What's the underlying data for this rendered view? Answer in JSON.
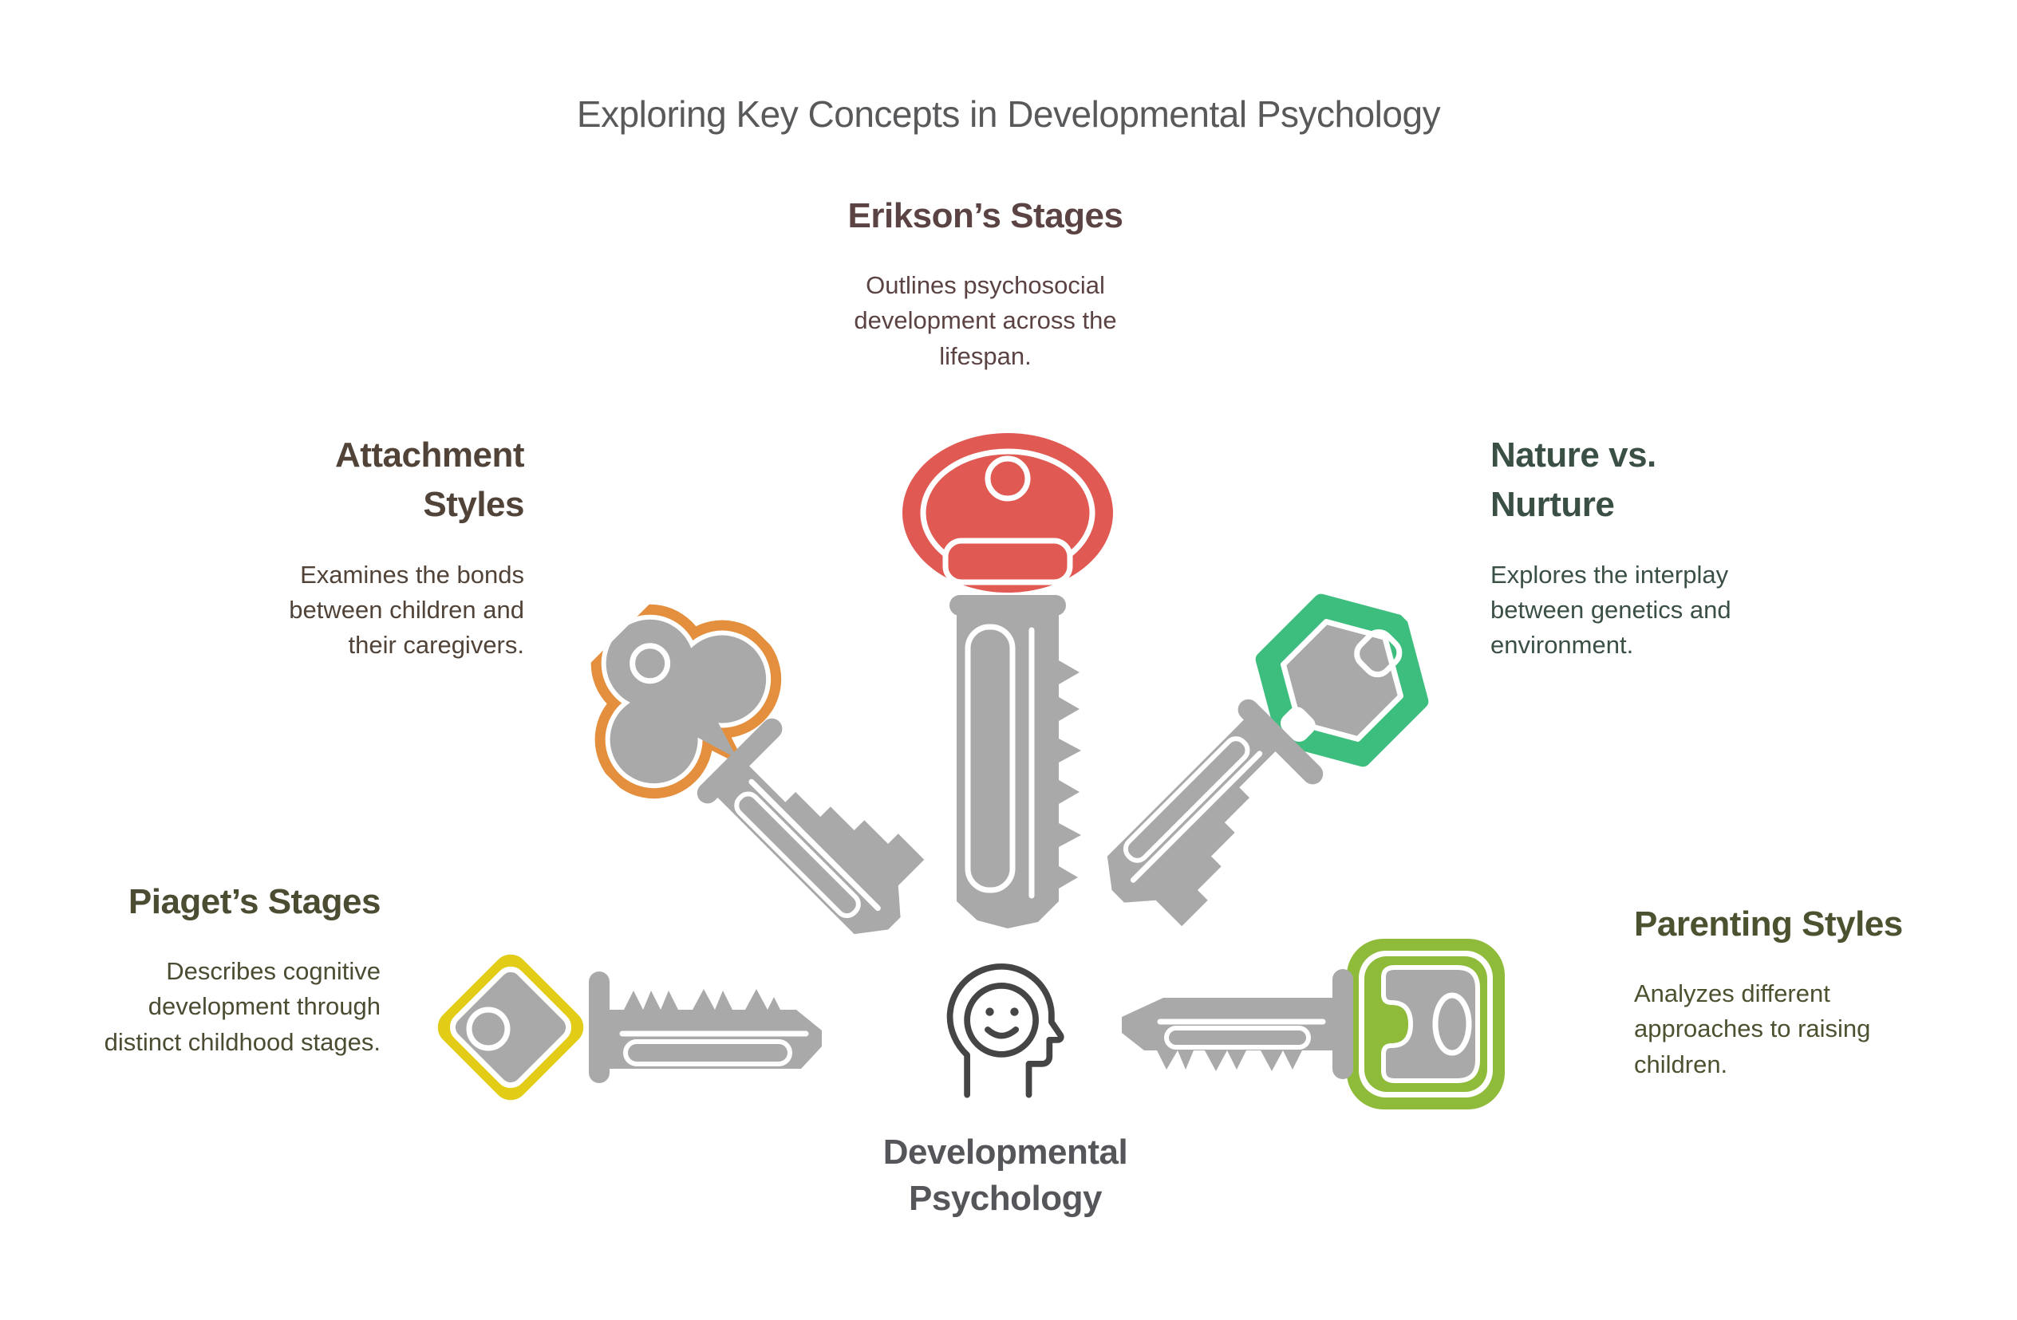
{
  "title": "Exploring Key Concepts in Developmental Psychology",
  "center": {
    "label": "Developmental Psychology",
    "icon": "head-profile-smiley-icon",
    "text_color": "#55565A"
  },
  "palette": {
    "background": "#FFFFFF",
    "title_color": "#58595B",
    "key_gray": "#A9A9A9",
    "outline_white": "#FFFFFF",
    "head_icon_stroke": "#454545"
  },
  "concepts": [
    {
      "id": "eriksons-stages",
      "title": "Erikson’s Stages",
      "description": "Outlines psychosocial development across the lifespan.",
      "key_color": "#E05A53",
      "text_color": "#5C4343",
      "key_shape": "oval-head-key",
      "key_direction": "head-top-shaft-down",
      "position": "top-center"
    },
    {
      "id": "attachment-styles",
      "title": "Attachment Styles",
      "description": "Examines the bonds between children and their caregivers.",
      "key_color": "#E48F3D",
      "text_color": "#514338",
      "key_shape": "clover-head-key",
      "key_direction": "diagonal-down-right",
      "position": "upper-left"
    },
    {
      "id": "nature-vs-nurture",
      "title": "Nature vs. Nurture",
      "description": "Explores the interplay between genetics and environment.",
      "key_color": "#3EBE7E",
      "text_color": "#3B5045",
      "key_shape": "hexagon-head-key",
      "key_direction": "diagonal-down-left",
      "position": "upper-right"
    },
    {
      "id": "piagets-stages",
      "title": "Piaget’s Stages",
      "description": "Describes cognitive development through distinct childhood stages.",
      "key_color": "#E2CC16",
      "text_color": "#4C4C33",
      "key_shape": "diamond-head-key",
      "key_direction": "head-left-shaft-right",
      "position": "lower-left"
    },
    {
      "id": "parenting-styles",
      "title": "Parenting Styles",
      "description": "Analyzes different approaches to raising children.",
      "key_color": "#8EBB39",
      "text_color": "#4A5230",
      "key_shape": "rounded-square-head-key",
      "key_direction": "head-right-shaft-left",
      "position": "lower-right"
    }
  ]
}
